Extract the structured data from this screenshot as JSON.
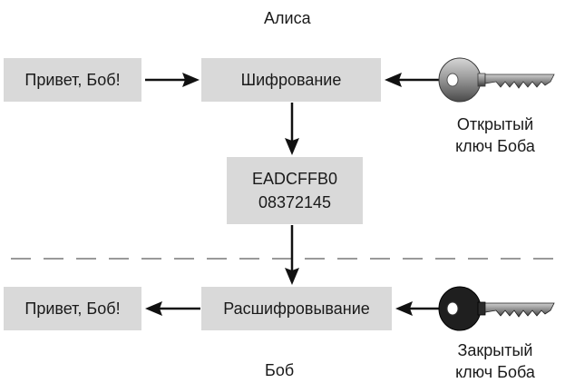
{
  "top": {
    "party_label": "Алиса",
    "plaintext_box": "Привет, Боб!",
    "process_box": "Шифрование",
    "key_caption_line1": "Открытый",
    "key_caption_line2": "ключ Боба",
    "key_icon": "key-icon"
  },
  "ciphertext": {
    "line1": "EADCFFB0",
    "line2": "08372145"
  },
  "bottom": {
    "party_label": "Боб",
    "plaintext_box": "Привет, Боб!",
    "process_box": "Расшифровывание",
    "key_caption_line1": "Закрытый",
    "key_caption_line2": "ключ Боба",
    "key_icon": "key-icon"
  },
  "colors": {
    "box_fill": "#d9d9d9",
    "divider": "#999999",
    "arrow": "#111111"
  }
}
